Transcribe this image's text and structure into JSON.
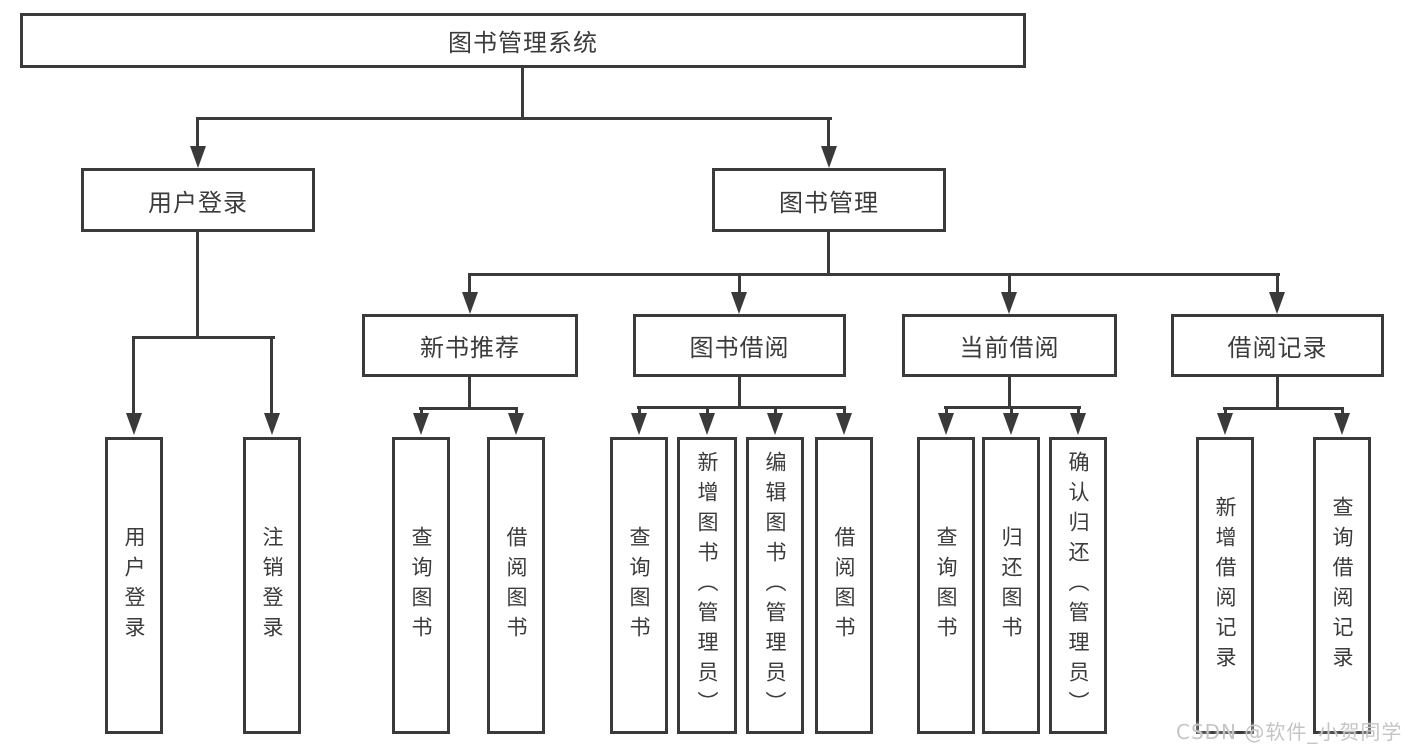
{
  "diagram_type": "hierarchy-tree",
  "colors": {
    "line": "#3a3a3a",
    "text": "#3b3b3b",
    "background": "#ffffff",
    "watermark": "#c6c5c5"
  },
  "watermark": "CSDN @软件_小贺同学",
  "tree": {
    "root": {
      "label": "图书管理系统"
    },
    "level1": [
      {
        "label": "用户登录",
        "children": [
          {
            "label": "用户登录"
          },
          {
            "label": "注销登录"
          }
        ]
      },
      {
        "label": "图书管理",
        "children": [
          {
            "label": "新书推荐",
            "children": [
              {
                "label": "查询图书"
              },
              {
                "label": "借阅图书"
              }
            ]
          },
          {
            "label": "图书借阅",
            "children": [
              {
                "label": "查询图书"
              },
              {
                "label": "新增图书（管理员）"
              },
              {
                "label": "编辑图书（管理员）"
              },
              {
                "label": "借阅图书"
              }
            ]
          },
          {
            "label": "当前借阅",
            "children": [
              {
                "label": "查询图书"
              },
              {
                "label": "归还图书"
              },
              {
                "label": "确认归还（管理员）"
              }
            ]
          },
          {
            "label": "借阅记录",
            "children": [
              {
                "label": "新增借阅记录"
              },
              {
                "label": "查询借阅记录"
              }
            ]
          }
        ]
      }
    ]
  }
}
